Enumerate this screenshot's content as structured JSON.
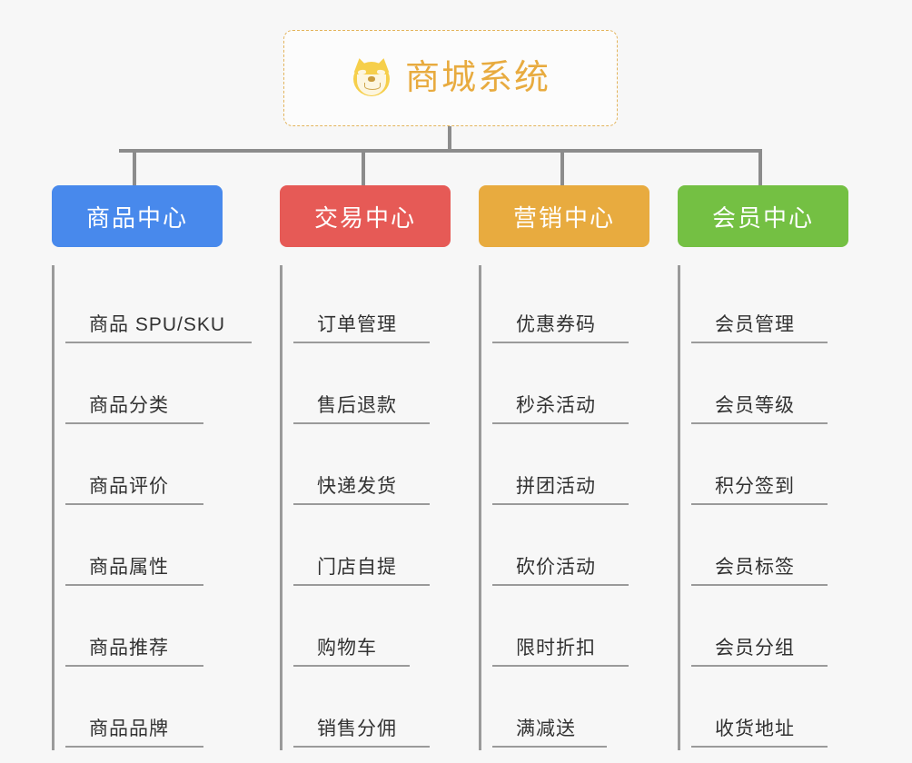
{
  "root": {
    "title": "商城系统",
    "icon": "dog-face-icon",
    "border_color": "#e3b45c",
    "title_color": "#e8ab3f",
    "background": "#fcfcfc"
  },
  "canvas": {
    "background": "#f7f7f7",
    "connector_color": "#8c8c8c"
  },
  "branches": [
    {
      "label": "商品中心",
      "color": "#4889ec",
      "items": [
        {
          "label": "商品 SPU/SKU",
          "rule_width": 205
        },
        {
          "label": "商品分类",
          "rule_width": 152
        },
        {
          "label": "商品评价",
          "rule_width": 152
        },
        {
          "label": "商品属性",
          "rule_width": 152
        },
        {
          "label": "商品推荐",
          "rule_width": 152
        },
        {
          "label": "商品品牌",
          "rule_width": 152
        }
      ]
    },
    {
      "label": "交易中心",
      "color": "#e65a56",
      "items": [
        {
          "label": "订单管理",
          "rule_width": 150
        },
        {
          "label": "售后退款",
          "rule_width": 150
        },
        {
          "label": "快递发货",
          "rule_width": 150
        },
        {
          "label": "门店自提",
          "rule_width": 150
        },
        {
          "label": "购物车",
          "rule_width": 128
        },
        {
          "label": "销售分佣",
          "rule_width": 150
        }
      ]
    },
    {
      "label": "营销中心",
      "color": "#e8ab3f",
      "items": [
        {
          "label": "优惠券码",
          "rule_width": 150
        },
        {
          "label": "秒杀活动",
          "rule_width": 150
        },
        {
          "label": "拼团活动",
          "rule_width": 150
        },
        {
          "label": "砍价活动",
          "rule_width": 150
        },
        {
          "label": "限时折扣",
          "rule_width": 150
        },
        {
          "label": "满减送",
          "rule_width": 126
        }
      ]
    },
    {
      "label": "会员中心",
      "color": "#74c043",
      "items": [
        {
          "label": "会员管理",
          "rule_width": 150
        },
        {
          "label": "会员等级",
          "rule_width": 150
        },
        {
          "label": "积分签到",
          "rule_width": 150
        },
        {
          "label": "会员标签",
          "rule_width": 150
        },
        {
          "label": "会员分组",
          "rule_width": 150
        },
        {
          "label": "收货地址",
          "rule_width": 150
        }
      ]
    }
  ],
  "layout": {
    "column_left": [
      57,
      308,
      527,
      746
    ],
    "drop_left": [
      146,
      398,
      617,
      835
    ]
  }
}
